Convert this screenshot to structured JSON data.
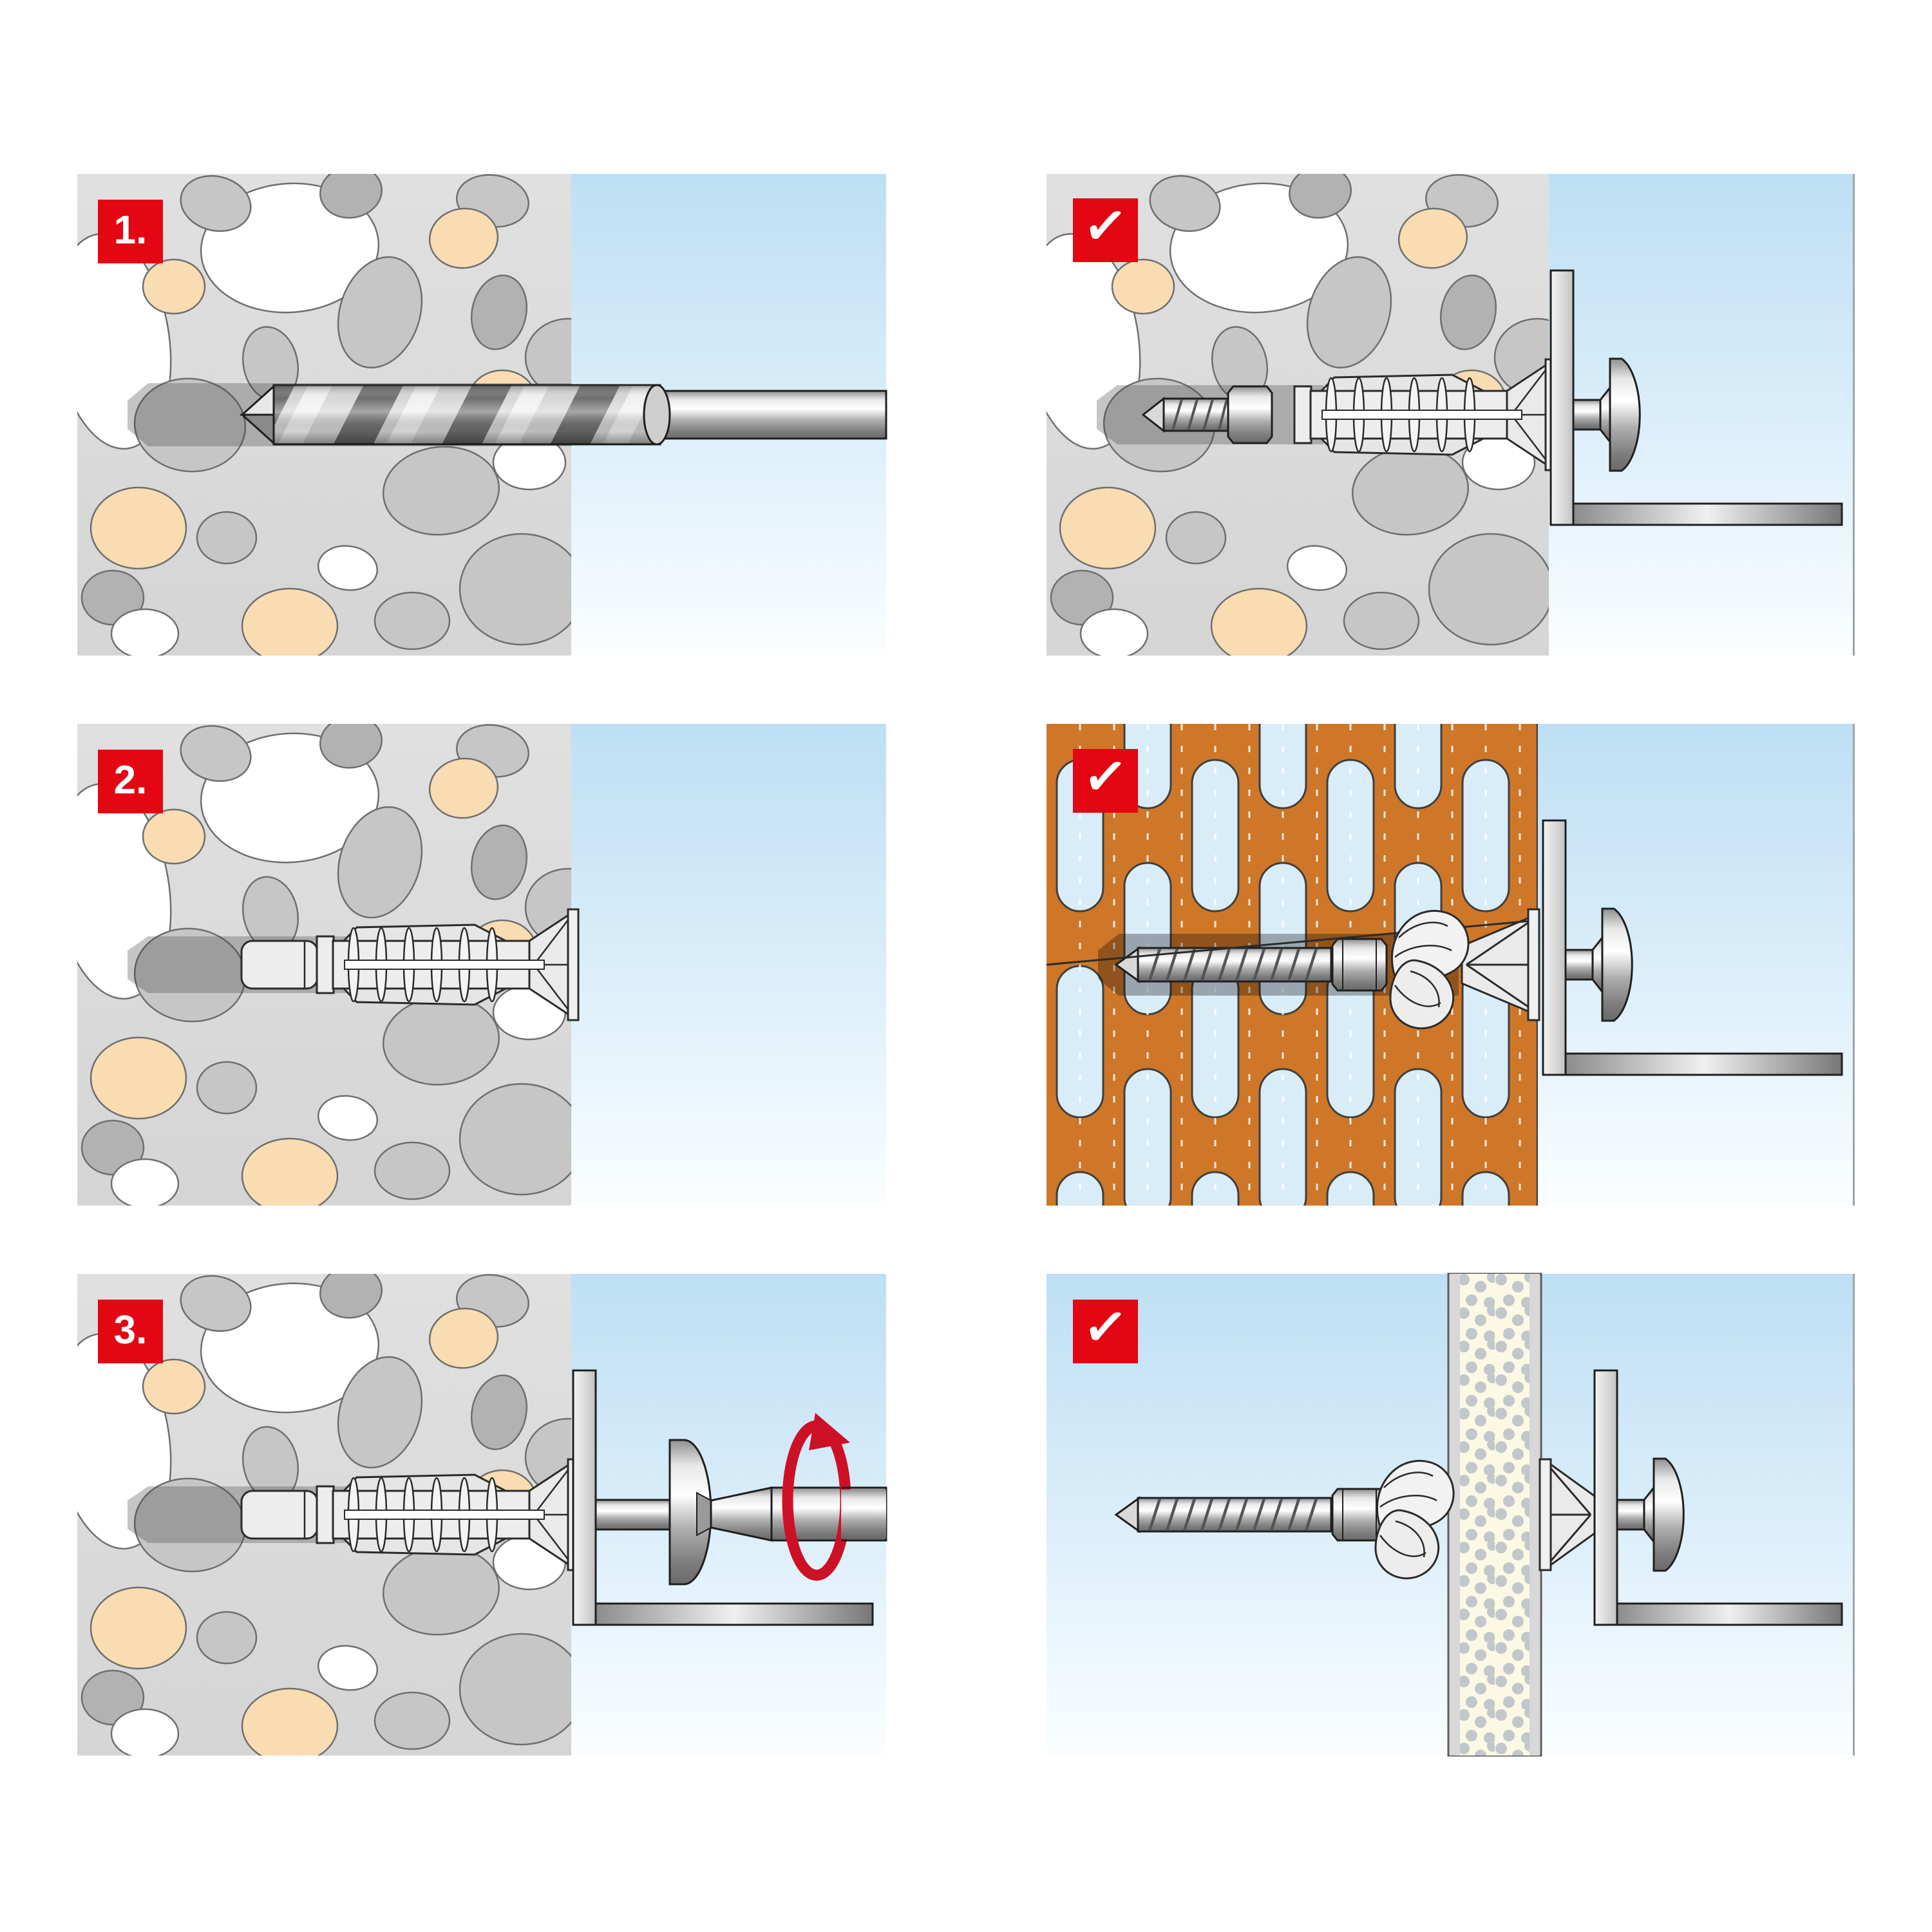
{
  "sheet": {
    "kind": "anchor-installation-instructions",
    "rows": 3,
    "columns": 2
  },
  "panels": [
    {
      "id": "step-1-drill",
      "badge": "1.",
      "badge_type": "number",
      "scene": "drill-bit-drilling-into-solid-masonry"
    },
    {
      "id": "result-solid-wall",
      "badge": "✓",
      "badge_type": "check",
      "scene": "anchor-with-screw-and-bracket-in-solid-masonry"
    },
    {
      "id": "step-2-insert-plug",
      "badge": "2.",
      "badge_type": "number",
      "scene": "wall-plug-inserted-in-solid-masonry"
    },
    {
      "id": "result-perforated-brick",
      "badge": "✓",
      "badge_type": "check",
      "scene": "anchor-knotted-in-perforated-brick-with-bracket"
    },
    {
      "id": "step-3-drive-screw",
      "badge": "3.",
      "badge_type": "number",
      "scene": "screwdriver-driving-screw-through-bracket-into-plug"
    },
    {
      "id": "result-hollow-board",
      "badge": "✓",
      "badge_type": "check",
      "scene": "anchor-knotted-behind-chipboard-panel-with-bracket"
    }
  ],
  "colors": {
    "badge_red": "#E30613",
    "rotation_arrow_red": "#CC1126",
    "wall_background": "#DCDCDC",
    "stone_gray": "#C6C6C6",
    "stone_dark_gray": "#B2B2B2",
    "stone_white": "#FFFFFF",
    "stone_peach": "#F9DCB2",
    "sky_top": "#BEDFF4",
    "sky_bottom": "#FBFEFF",
    "brick_orange": "#CE7728",
    "brick_slot_blue": "#D9EDF9",
    "board_cream": "#FBF8E3",
    "plastic_plug": "#EDEDED",
    "metal_light": "#F2F2F2",
    "metal_dark": "#6A6A6A",
    "outline": "#1F1F1F"
  }
}
